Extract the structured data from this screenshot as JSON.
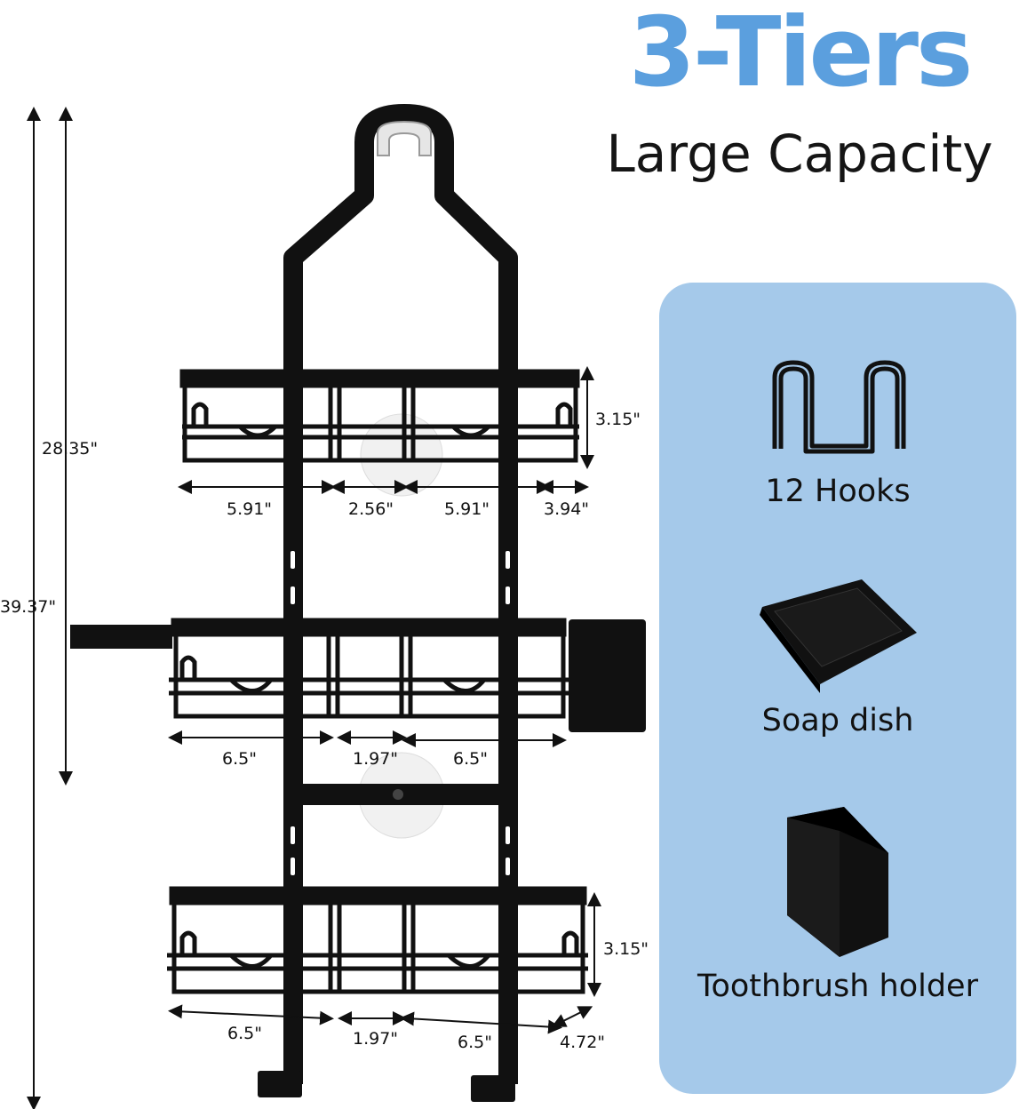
{
  "heading": {
    "title": "3-Tiers",
    "subtitle": "Large Capacity"
  },
  "features": [
    {
      "label": "12 Hooks",
      "icon": "hook-icon"
    },
    {
      "label": "Soap dish",
      "icon": "soap-dish-icon"
    },
    {
      "label": "Toothbrush holder",
      "icon": "toothbrush-holder-icon"
    }
  ],
  "dimensions": {
    "total_height": "39.37\"",
    "tier_span": "28.35\"",
    "top_height": "3.15\"",
    "top_left_width": "5.91\"",
    "top_gap": "2.56\"",
    "top_right_width": "5.91\"",
    "top_depth": "3.94\"",
    "mid_left_width": "6.5\"",
    "mid_gap": "1.97\"",
    "mid_right_width": "6.5\"",
    "bottom_height": "3.15\"",
    "bottom_left_width": "6.5\"",
    "bottom_gap": "1.97\"",
    "bottom_right_width": "6.5\"",
    "bottom_depth": "4.72\""
  },
  "colors": {
    "accent": "#5b9fde",
    "panel": "#a5c9ea",
    "product": "#111111"
  }
}
